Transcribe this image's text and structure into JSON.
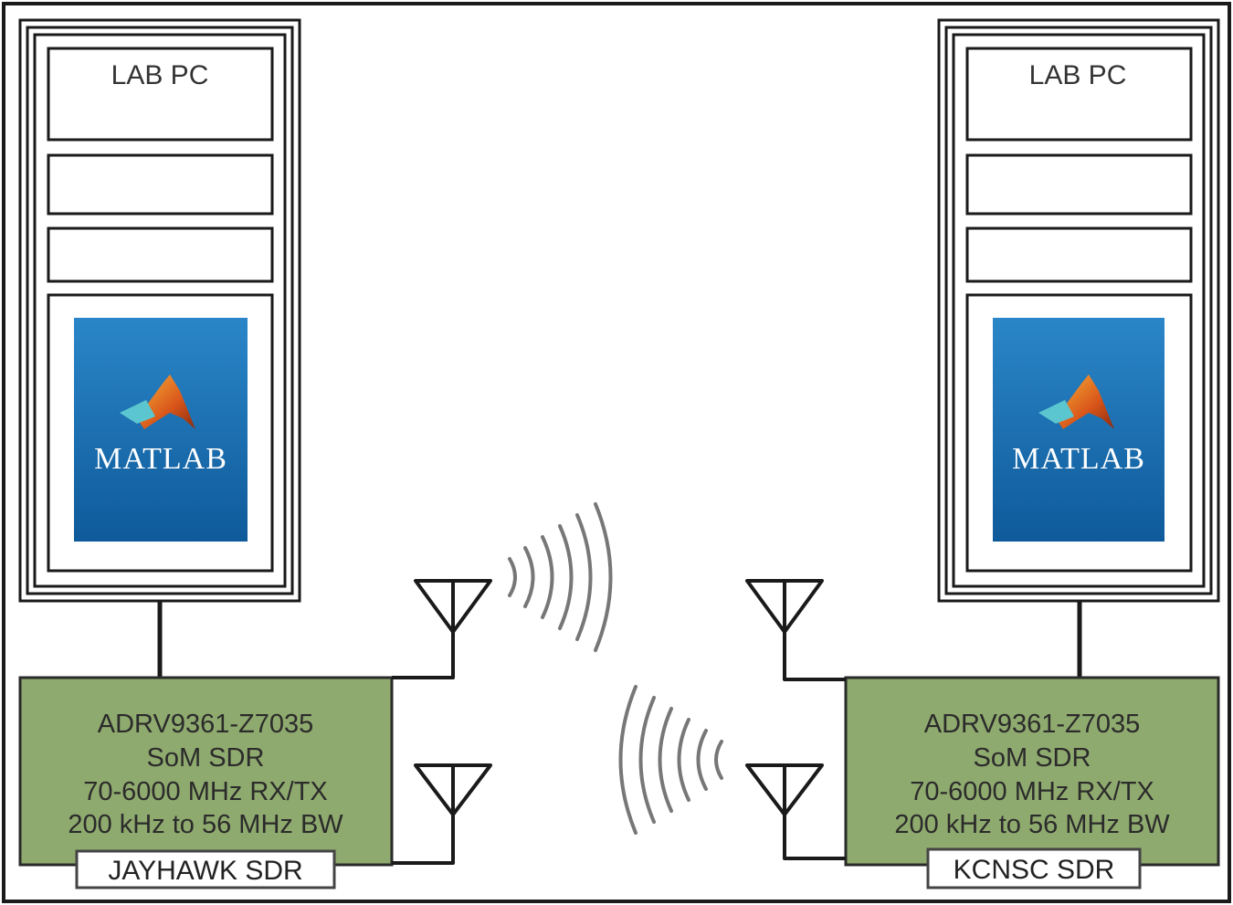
{
  "left": {
    "pc_label": "LAB PC",
    "software": "MATLAB",
    "sdr_lines": [
      "ADRV9361-Z7035",
      "SoM SDR",
      "70-6000 MHz RX/TX",
      "200 kHz to 56 MHz BW"
    ],
    "sdr_tag": "JAYHAWK SDR"
  },
  "right": {
    "pc_label": "LAB PC",
    "software": "MATLAB",
    "sdr_lines": [
      "ADRV9361-Z7035",
      "SoM SDR",
      "70-6000 MHz RX/TX",
      "200 kHz to 56 MHz BW"
    ],
    "sdr_tag": "KCNSC SDR"
  },
  "colors": {
    "border": "#1a1a1a",
    "sdr_fill": "#8faa6e",
    "matlab_bg": "#1b6db0",
    "wave": "#777777"
  }
}
